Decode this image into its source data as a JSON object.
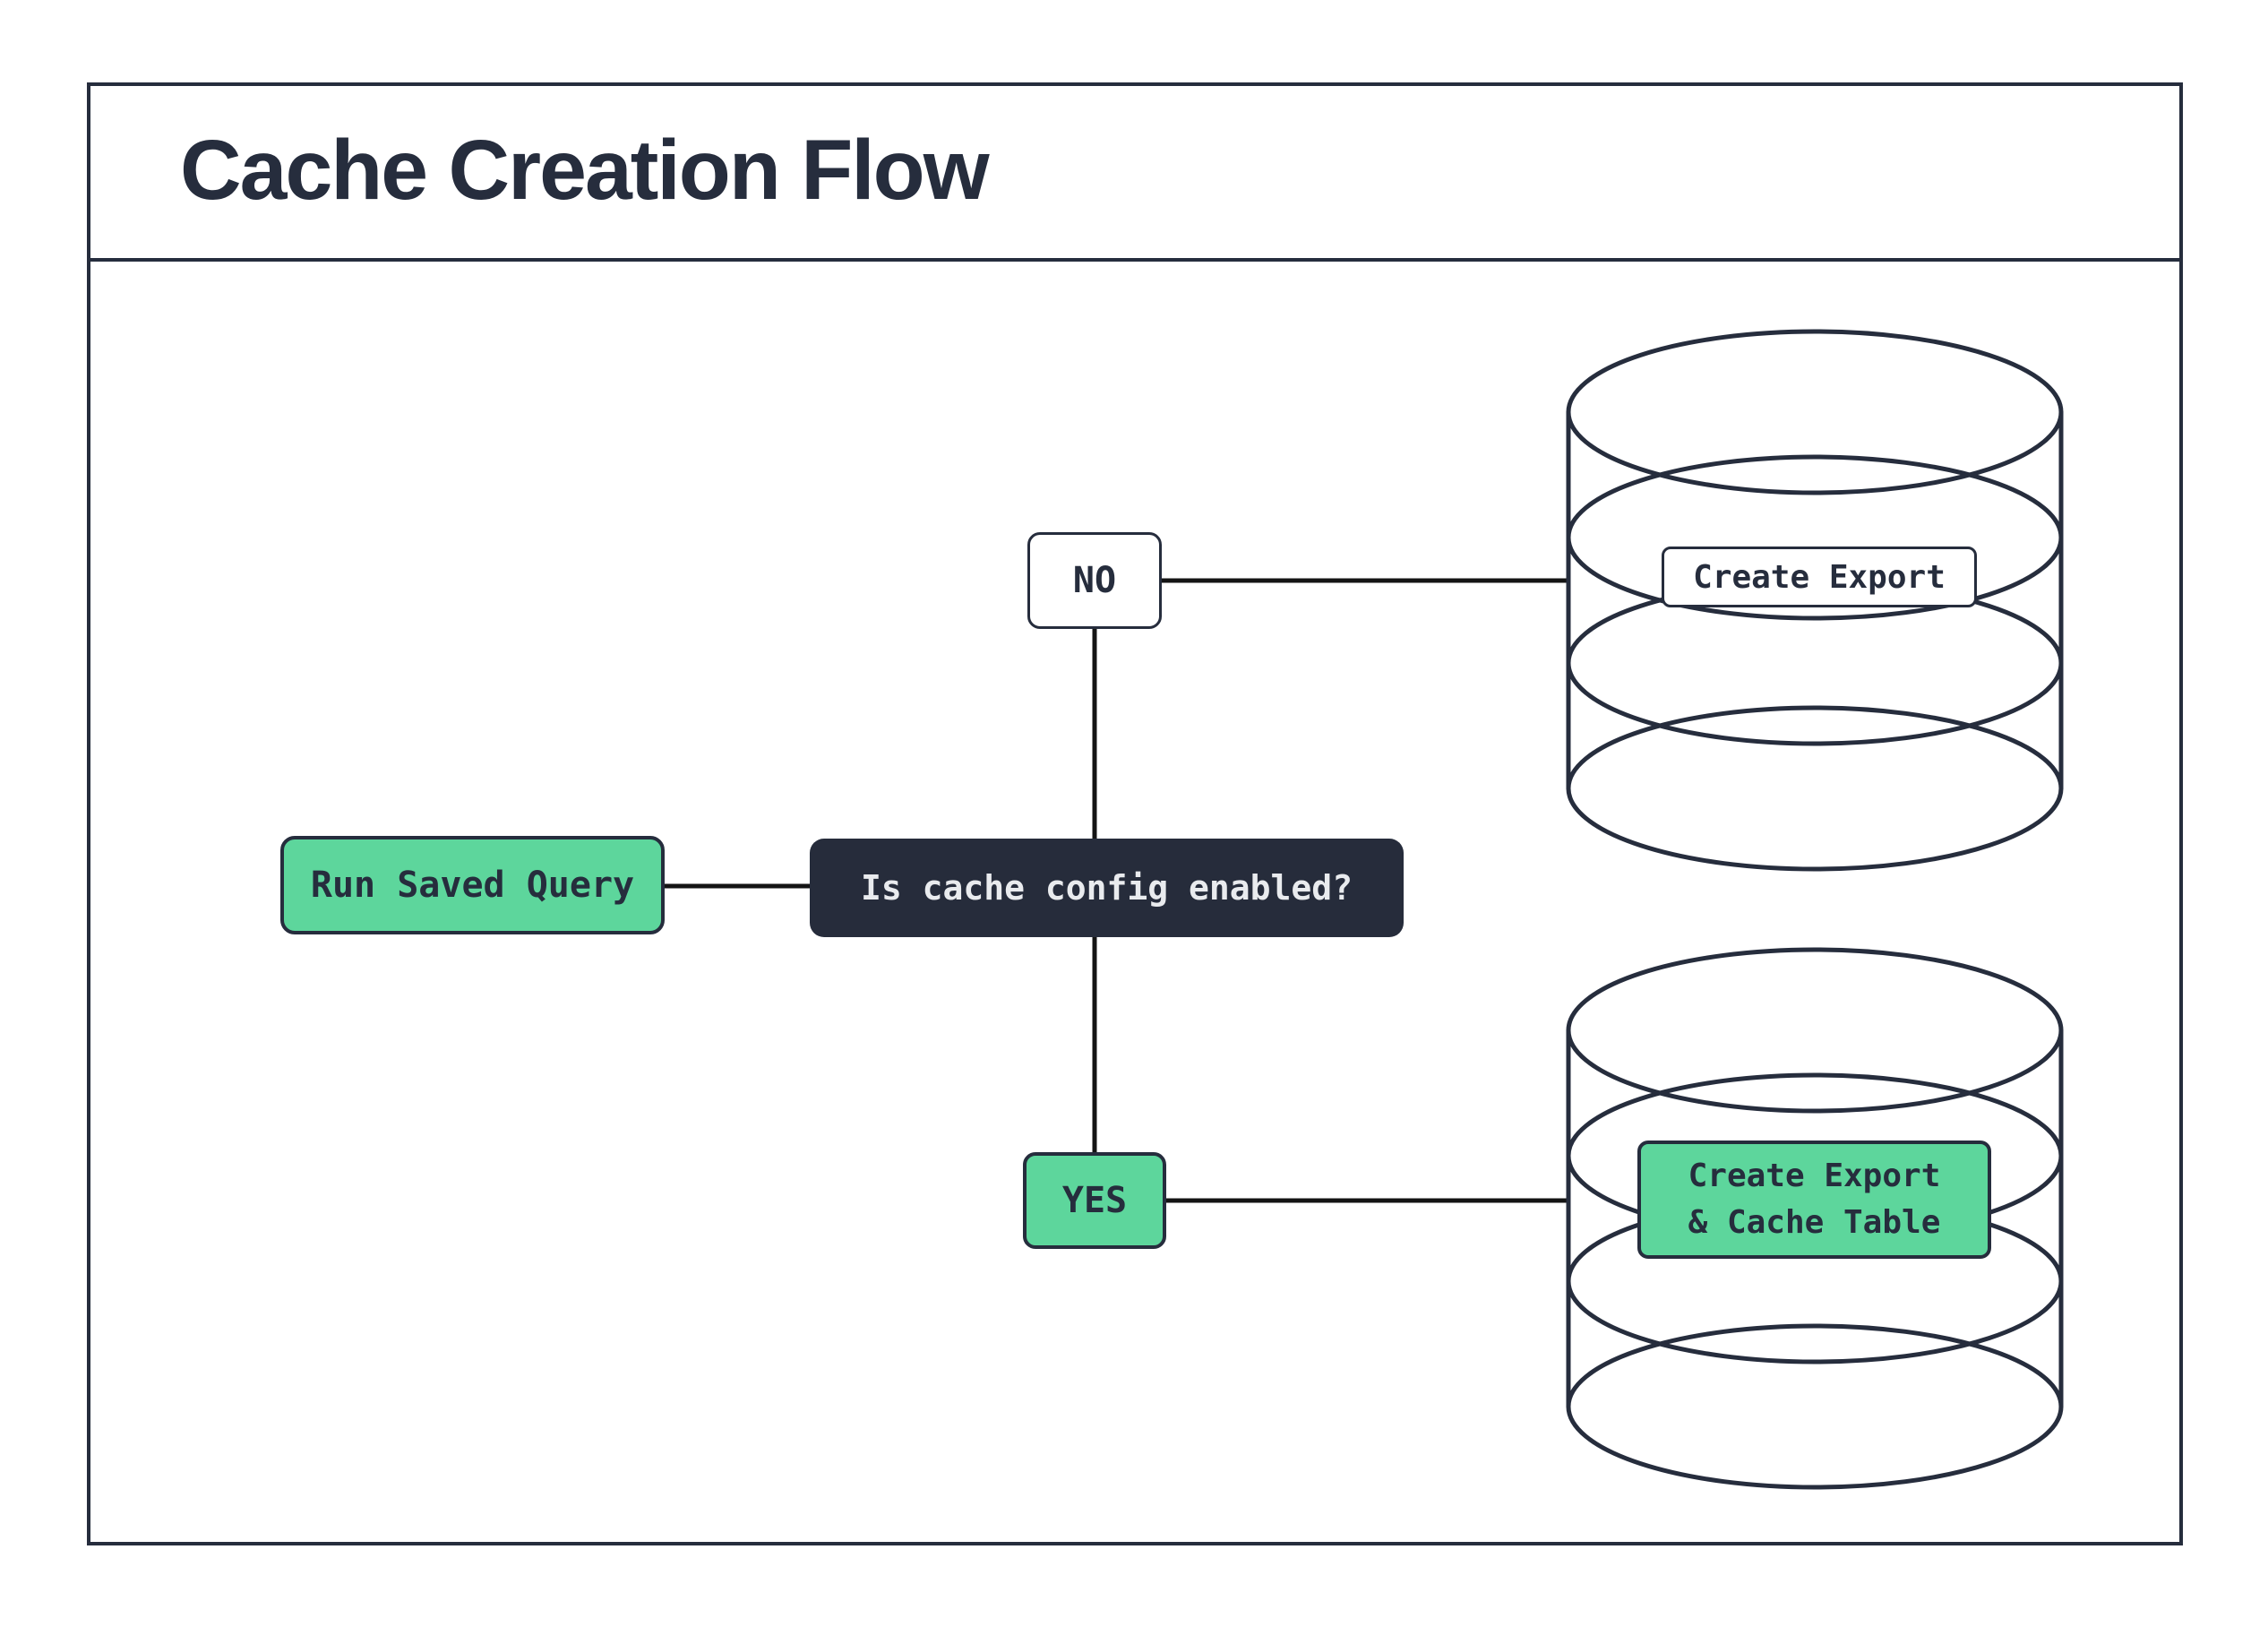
{
  "title": "Cache Creation Flow",
  "colors": {
    "ink": "#262d3d",
    "connector": "#141414",
    "green": "#5dd69c",
    "dark_node_bg": "#262c3b",
    "dark_node_text": "#e9ebee",
    "background": "#ffffff"
  },
  "flow": {
    "start": {
      "label": "Run Saved Query"
    },
    "decision": {
      "label": "Is cache config enabled?"
    },
    "branch_no": {
      "label": "NO",
      "result": "Create Export"
    },
    "branch_yes": {
      "label": "YES",
      "result_line1": "Create Export",
      "result_line2": "& Cache Table"
    }
  }
}
